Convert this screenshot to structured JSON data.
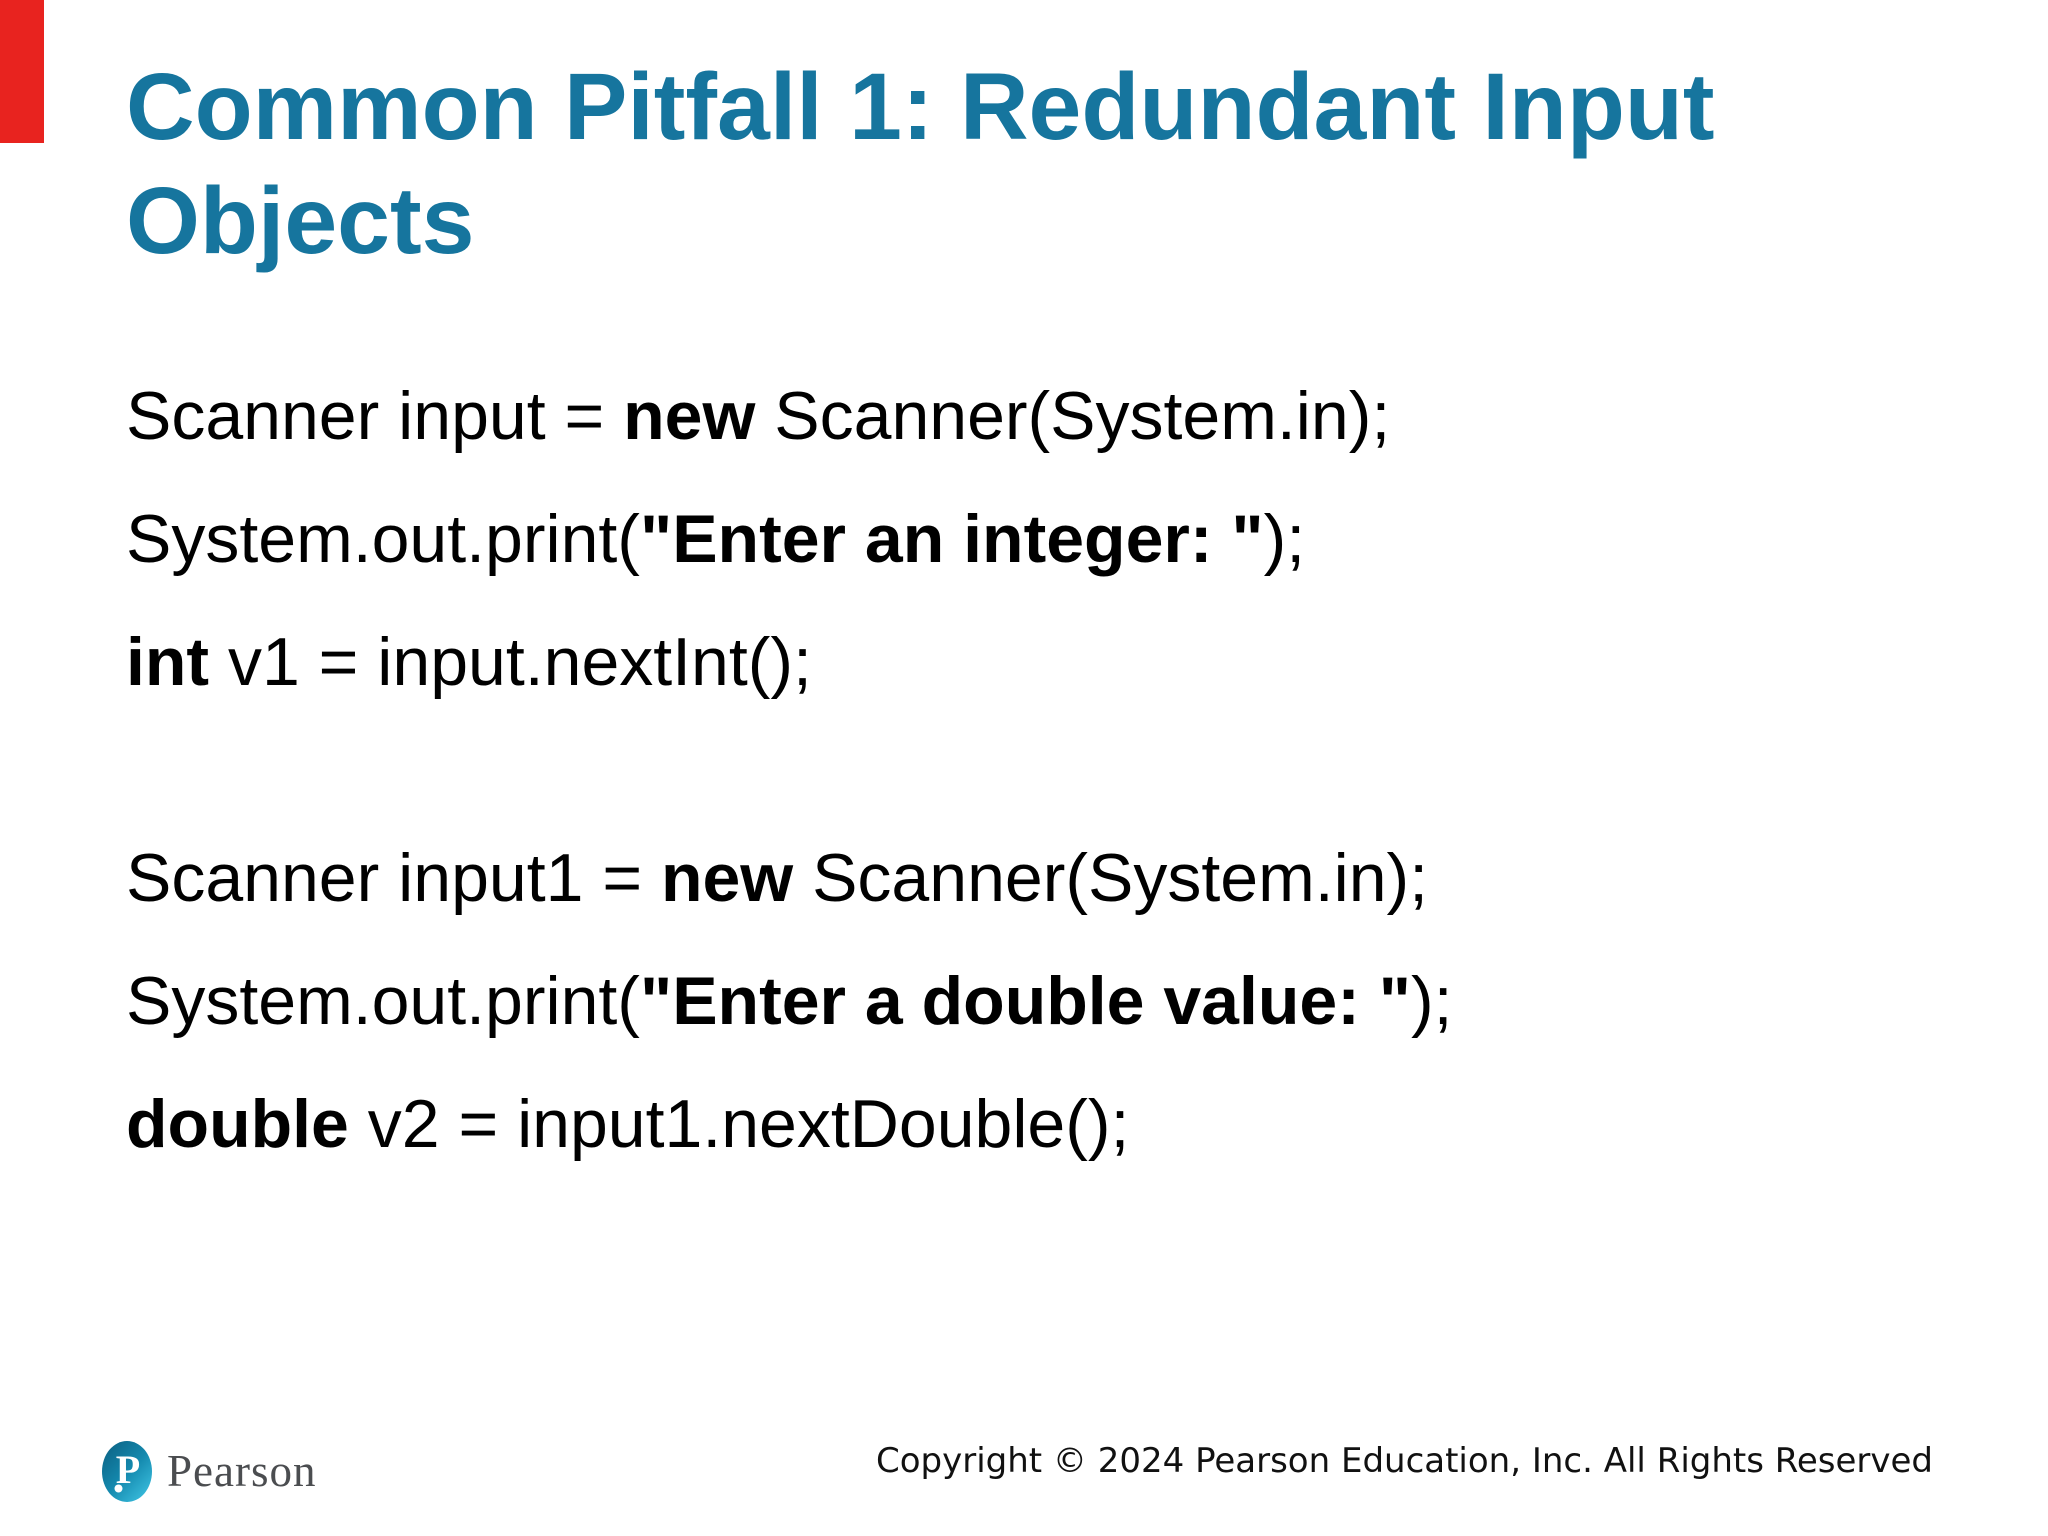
{
  "slide": {
    "accent_color": "#e8231f",
    "title": {
      "line1": "Common Pitfall 1: Redundant Input",
      "line2": "Objects",
      "color": "#16759e"
    },
    "code": {
      "blocks": [
        {
          "lines": [
            {
              "segments": [
                {
                  "text": "Scanner input = "
                },
                {
                  "text": "new",
                  "bold": true
                },
                {
                  "text": " Scanner(System.in);"
                }
              ]
            },
            {
              "segments": [
                {
                  "text": "System.out.print("
                },
                {
                  "text": "\"Enter an integer: \"",
                  "bold": true
                },
                {
                  "text": ");"
                }
              ]
            },
            {
              "segments": [
                {
                  "text": "int",
                  "bold": true
                },
                {
                  "text": " v1 = input.nextInt();"
                },
                {
                  "text": ""
                }
              ]
            }
          ]
        },
        {
          "lines": [
            {
              "segments": [
                {
                  "text": "Scanner input1 = "
                },
                {
                  "text": "new",
                  "bold": true
                },
                {
                  "text": " Scanner(System.in);"
                }
              ]
            },
            {
              "segments": [
                {
                  "text": "System.out.print("
                },
                {
                  "text": "\"Enter a double value: \"",
                  "bold": true
                },
                {
                  "text": ");"
                }
              ]
            },
            {
              "segments": [
                {
                  "text": "double",
                  "bold": true
                },
                {
                  "text": " v2 = input1.nextDouble();"
                },
                {
                  "text": ""
                }
              ]
            }
          ]
        }
      ]
    },
    "footer": {
      "logo_letter": "P",
      "brand": "Pearson",
      "copyright": "Copyright © 2024 Pearson Education, Inc. All Rights Reserved"
    }
  }
}
